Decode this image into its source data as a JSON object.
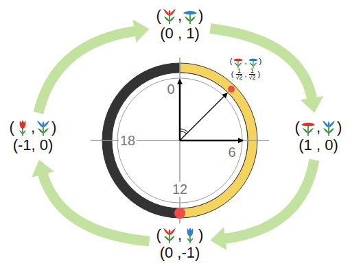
{
  "diagram": {
    "nodes": [
      {
        "text": [
          "(",
          ",",
          ")",
          "(0 , 1)"
        ]
      },
      {
        "text": [
          "(",
          ",",
          ")",
          "(1 , 0)"
        ]
      },
      {
        "text": [
          "(",
          ",",
          ")",
          "(0 ,-1)"
        ]
      },
      {
        "text": [
          "(",
          ",",
          ")",
          "(-1, 0)"
        ]
      }
    ],
    "edges": [
      {
        "from": 0,
        "to": 1,
        "arrow": "to"
      },
      {
        "from": 1,
        "to": 2,
        "arrow": "to"
      },
      {
        "from": 2,
        "to": 3,
        "arrow": "to"
      },
      {
        "from": 3,
        "to": 0,
        "arrow": "to"
      }
    ],
    "labels": [
      "0",
      "6",
      "12",
      "18",
      "(",
      ",",
      ")",
      "(",
      "1",
      "√2",
      ",",
      "1",
      "√2",
      ")"
    ]
  }
}
